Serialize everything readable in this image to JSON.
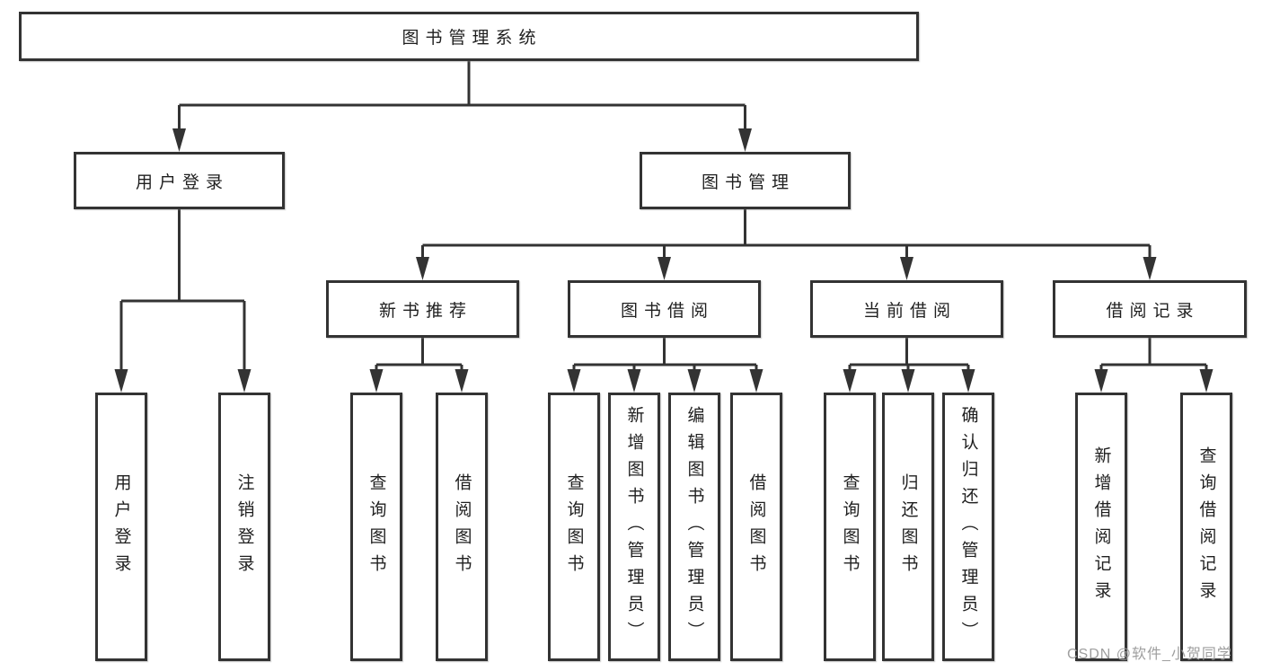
{
  "colors": {
    "line": "#333333",
    "text": "#1f1f1f",
    "watermark_text": "#9e9e9e",
    "background": "#ffffff"
  },
  "watermark": {
    "label": "CSDN @软件_小贺同学"
  },
  "tree": {
    "root": {
      "label": "图书管理系统",
      "children": [
        {
          "label": "用户登录",
          "children": [
            {
              "label": "用户登录"
            },
            {
              "label": "注销登录"
            }
          ]
        },
        {
          "label": "图书管理",
          "children": [
            {
              "label": "新书推荐",
              "children": [
                {
                  "label": "查询图书"
                },
                {
                  "label": "借阅图书"
                }
              ]
            },
            {
              "label": "图书借阅",
              "children": [
                {
                  "label": "查询图书"
                },
                {
                  "label": "新增图书（管理员）"
                },
                {
                  "label": "编辑图书（管理员）"
                },
                {
                  "label": "借阅图书"
                }
              ]
            },
            {
              "label": "当前借阅",
              "children": [
                {
                  "label": "查询图书"
                },
                {
                  "label": "归还图书"
                },
                {
                  "label": "确认归还（管理员）"
                }
              ]
            },
            {
              "label": "借阅记录",
              "children": [
                {
                  "label": "新增借阅记录"
                },
                {
                  "label": "查询借阅记录"
                }
              ]
            }
          ]
        }
      ]
    }
  }
}
